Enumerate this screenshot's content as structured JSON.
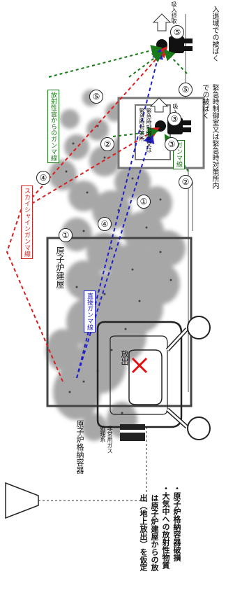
{
  "labels": {
    "reactor_building": "原子炉建屋",
    "containment_vessel": "原子炉格納容器",
    "gas_treatment_1": "非常用ガス",
    "gas_treatment_2": "処理系",
    "release": "放出",
    "skyshine": "スカイシャインガンマ線",
    "direct_gamma": "直接ガンマ線",
    "cloud_gamma": "放射性雲からのガンマ線",
    "gamma_line": "ガンマ線",
    "inhale_1": "吸入摂取",
    "inhale_2": "吸入摂取",
    "control_room_inner": "緊急時制御室又は緊急時対策所",
    "control_room_caption": "緊急時制御室又は緊急時対策所内での被ばく",
    "evacuation_caption": "入退域での被ばく"
  },
  "notes": {
    "line1": "・原子炉格納容器破損",
    "line2": "・大気中への放射性物質",
    "line3": "は原子炉建屋からの放",
    "line4": "出（地上放出）を仮定"
  },
  "markers": {
    "m1a": "①",
    "m1b": "①",
    "m2a": "②",
    "m2b": "②",
    "m3a": "③",
    "m3b": "③",
    "m4a": "④",
    "m4b": "④",
    "m5a": "⑤",
    "m5b": "⑤",
    "m5c": "⑤"
  },
  "colors": {
    "skyshine": "#d62020",
    "direct": "#2020c8",
    "cloud": "#1a7a1a",
    "cloud_fill": "#8a8a8a"
  }
}
